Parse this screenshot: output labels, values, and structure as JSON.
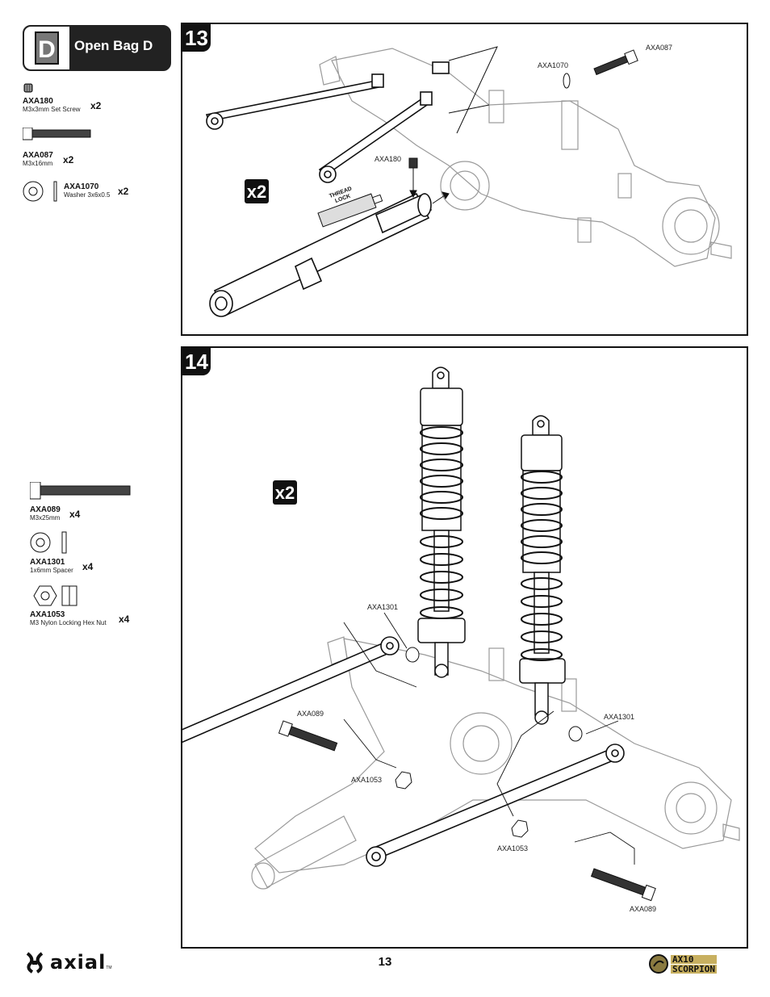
{
  "bag": {
    "letter": "D",
    "title": "Open Bag D"
  },
  "parts_step13": [
    {
      "code": "AXA180",
      "desc": "M3x3mm Set Screw",
      "qty": "x2"
    },
    {
      "code": "AXA087",
      "desc": "M3x16mm",
      "qty": "x2"
    },
    {
      "code": "AXA1070",
      "desc": "Washer 3x6x0.5",
      "qty": "x2"
    }
  ],
  "parts_step14": [
    {
      "code": "AXA089",
      "desc": "M3x25mm",
      "qty": "x4"
    },
    {
      "code": "AXA1301",
      "desc": "1x6mm Spacer",
      "qty": "x4"
    },
    {
      "code": "AXA1053",
      "desc": "M3 Nylon Locking Hex Nut",
      "qty": "x4"
    }
  ],
  "step13": {
    "number": "13",
    "multiplier": "x2",
    "callouts": {
      "a": "AXA087",
      "b": "AXA1070",
      "c": "AXA180"
    },
    "threadlock_label": [
      "THREAD",
      "LOCK"
    ]
  },
  "step14": {
    "number": "14",
    "multiplier": "x2",
    "callouts": {
      "spacer_left": "AXA1301",
      "spacer_right": "AXA1301",
      "bolt_left": "AXA089",
      "bolt_right": "AXA089",
      "nut_left": "AXA1053",
      "nut_right": "AXA1053"
    }
  },
  "footer": {
    "page_number": "13",
    "brand": "axial",
    "brand_tm": "TM",
    "product_logo": [
      "AX10",
      "SCORPION"
    ]
  }
}
